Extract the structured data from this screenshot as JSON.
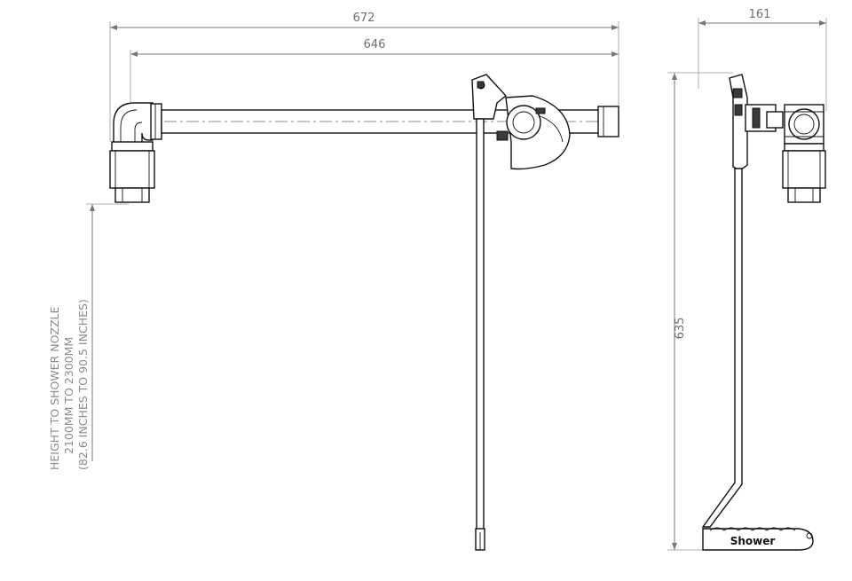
{
  "dimensions": {
    "overall_width": "672",
    "arm_width": "646",
    "side_depth": "161",
    "side_height": "635"
  },
  "height_note": {
    "line1": "HEIGHT TO SHOWER NOZZLE",
    "line2": "2100MM TO 2300MM",
    "line3": "(82.6 INCHES TO 90.5 INCHES)"
  },
  "pedal_label": "Shower",
  "colors": {
    "line": "#111111",
    "dimension": "#777777",
    "text": "#6e6e6e"
  }
}
